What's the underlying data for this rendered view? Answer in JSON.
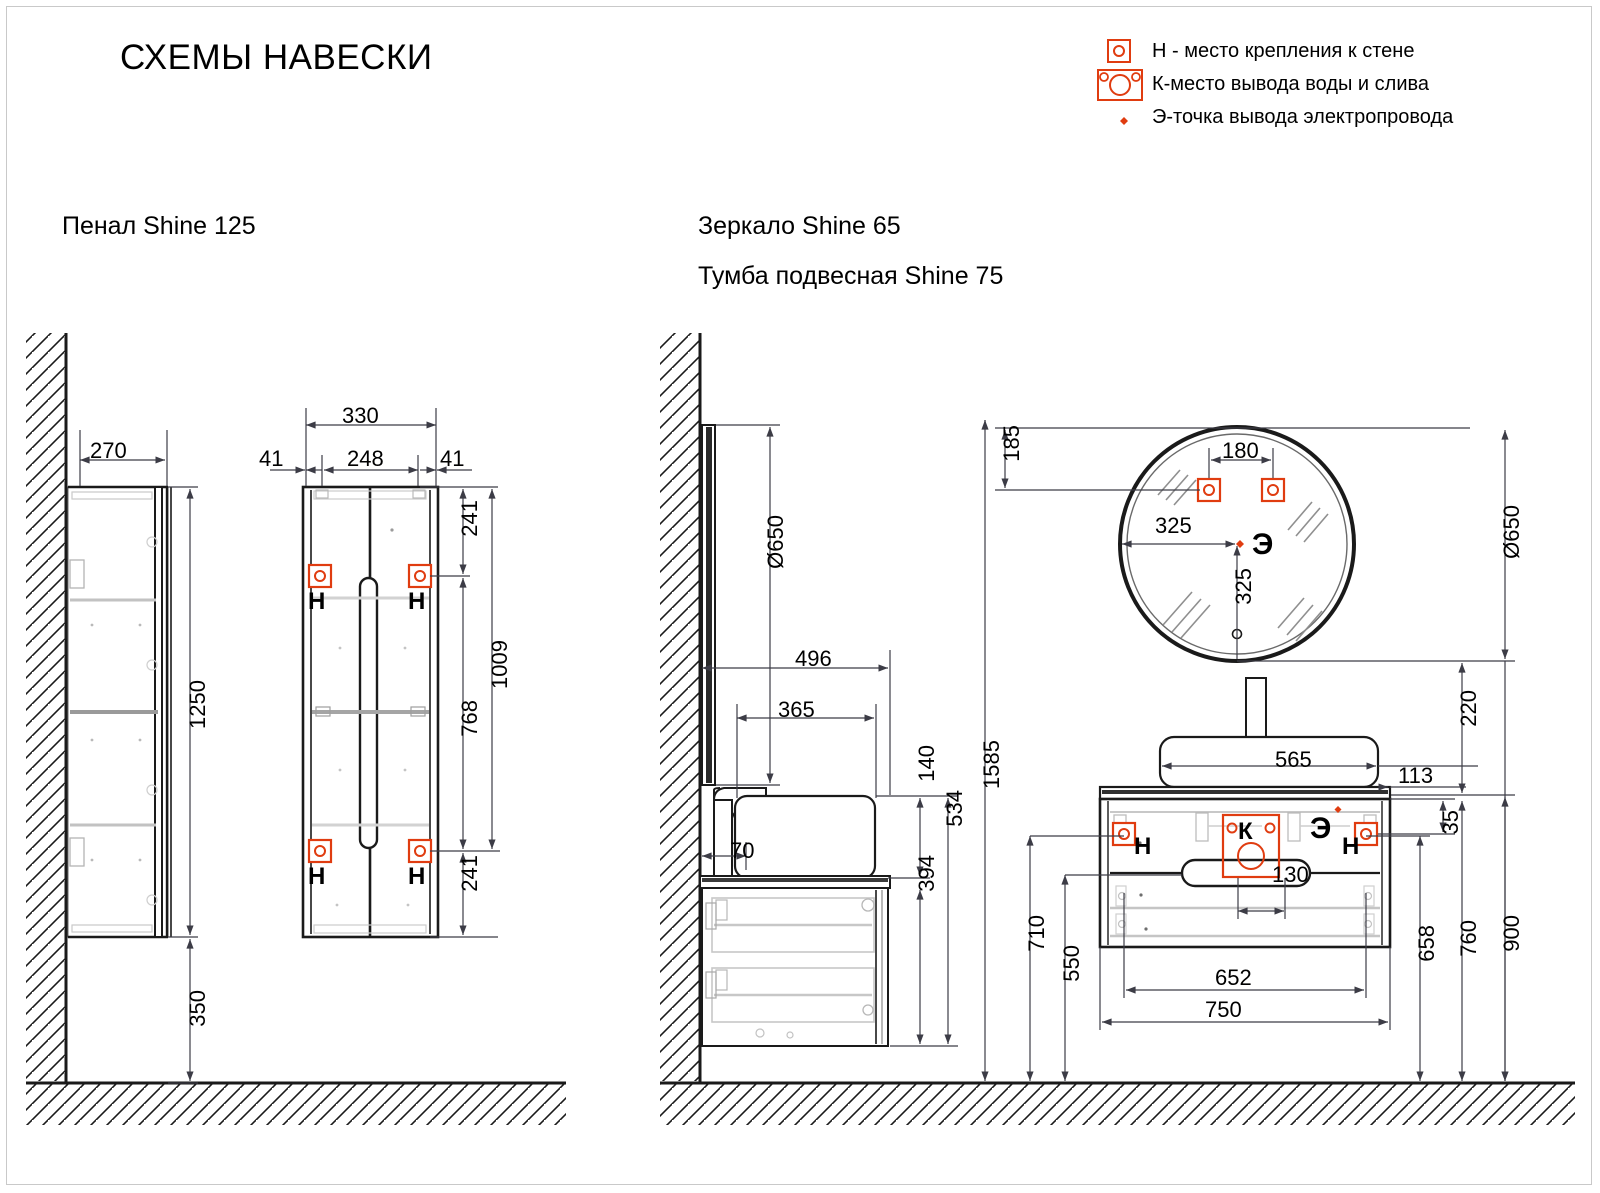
{
  "title": "СХЕМЫ НАВЕСКИ",
  "legend": {
    "items": [
      {
        "icon": "wall-mount-point-icon",
        "text": "Н - место крепления к стене"
      },
      {
        "icon": "water-outlet-icon",
        "text": "К-место вывода воды и слива"
      },
      {
        "icon": "electric-point-icon",
        "text": "Э-точка вывода электропровода"
      }
    ]
  },
  "headings": {
    "left": "Пенал Shine 125",
    "right_1": "Зеркало Shine 65",
    "right_2": "Тумба подвесная Shine 75"
  },
  "markers": {
    "wall": "Н",
    "water": "К",
    "electric": "Э"
  },
  "colors": {
    "marker_red": "#e03c10",
    "line": "#1a1a1a",
    "faint": "#bfbfbf",
    "dim_line": "#3c3c46"
  },
  "drawings": {
    "pencil_cabinet": {
      "name": "Пенал Shine 125",
      "dimensions": {
        "depth": "270",
        "width_total": "330",
        "inset_left": "41",
        "panel_width": "248",
        "inset_right": "41",
        "top_to_mount": "241",
        "mount_to_mount": "1009",
        "inner_768": "768",
        "bottom_mount_offset": "241",
        "height": "1250",
        "floor_clearance": "350"
      }
    },
    "mirror_section": {
      "name": "Зеркало Shine 65",
      "dimensions": {
        "diameter_side": "Ø650",
        "diameter_front": "Ø650",
        "top_offset": "185",
        "mount_spacing": "180",
        "center_h": "325",
        "center_v": "325"
      }
    },
    "vanity_section": {
      "name": "Тумба подвесная Shine 75",
      "dimensions": {
        "sink_depth": "496",
        "bowl_depth": "365",
        "bowl_height": "140",
        "cab_depth_offset": "70",
        "cab_height": "394",
        "total_height_534": "534",
        "floor_to_mirror_bottom": "1585",
        "mirror_to_counter": "220",
        "sink_width": "565",
        "right_offset": "113",
        "mount_drop": "35",
        "drain_offset": "130",
        "mount_height_710": "710",
        "mount_height_550": "550",
        "mount_span_652": "652",
        "cab_width_750": "750",
        "height_658": "658",
        "height_760": "760",
        "height_900": "900"
      }
    }
  }
}
